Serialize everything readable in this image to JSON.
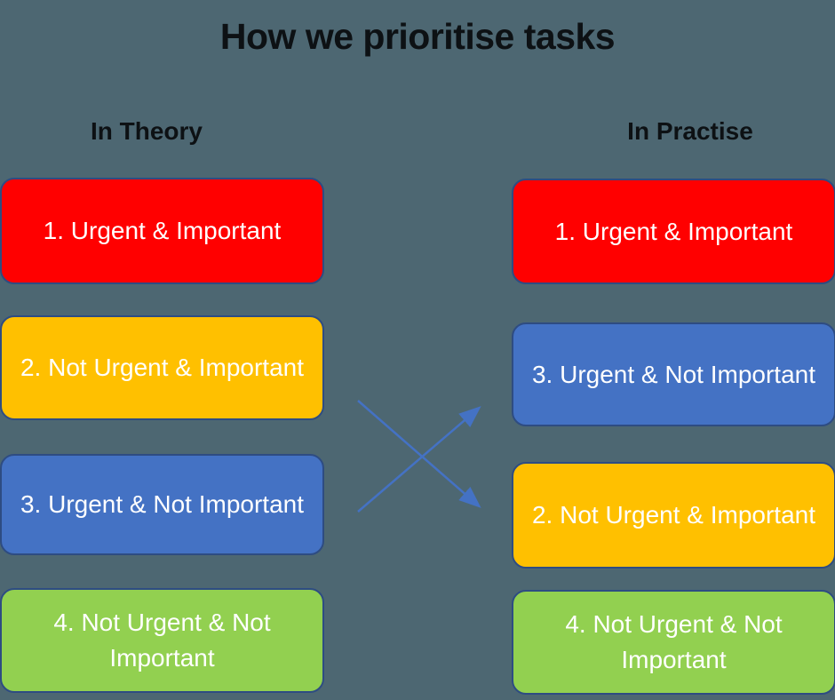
{
  "title": "How we prioritise tasks",
  "colors": {
    "background": "#4D6772",
    "box_border": "#2E4C82",
    "arrow": "#4472C4",
    "red": "#FF0000",
    "yellow": "#FFC000",
    "blue": "#4472C4",
    "green": "#92D050"
  },
  "icons": {
    "swap_arrows": "crossed-arrows"
  },
  "columns": [
    {
      "header": "In Theory",
      "boxes": [
        {
          "label": "1. Urgent & Important",
          "color": "#FF0000"
        },
        {
          "label": "2. Not Urgent & Important",
          "color": "#FFC000"
        },
        {
          "label": "3. Urgent & Not Important",
          "color": "#4472C4"
        },
        {
          "label": "4. Not Urgent & Not Important",
          "color": "#92D050"
        }
      ]
    },
    {
      "header": "In Practise",
      "boxes": [
        {
          "label": "1. Urgent & Important",
          "color": "#FF0000"
        },
        {
          "label": "3. Urgent & Not Important",
          "color": "#4472C4"
        },
        {
          "label": "2. Not Urgent & Important",
          "color": "#FFC000"
        },
        {
          "label": "4. Not Urgent & Not Important",
          "color": "#92D050"
        }
      ]
    }
  ]
}
